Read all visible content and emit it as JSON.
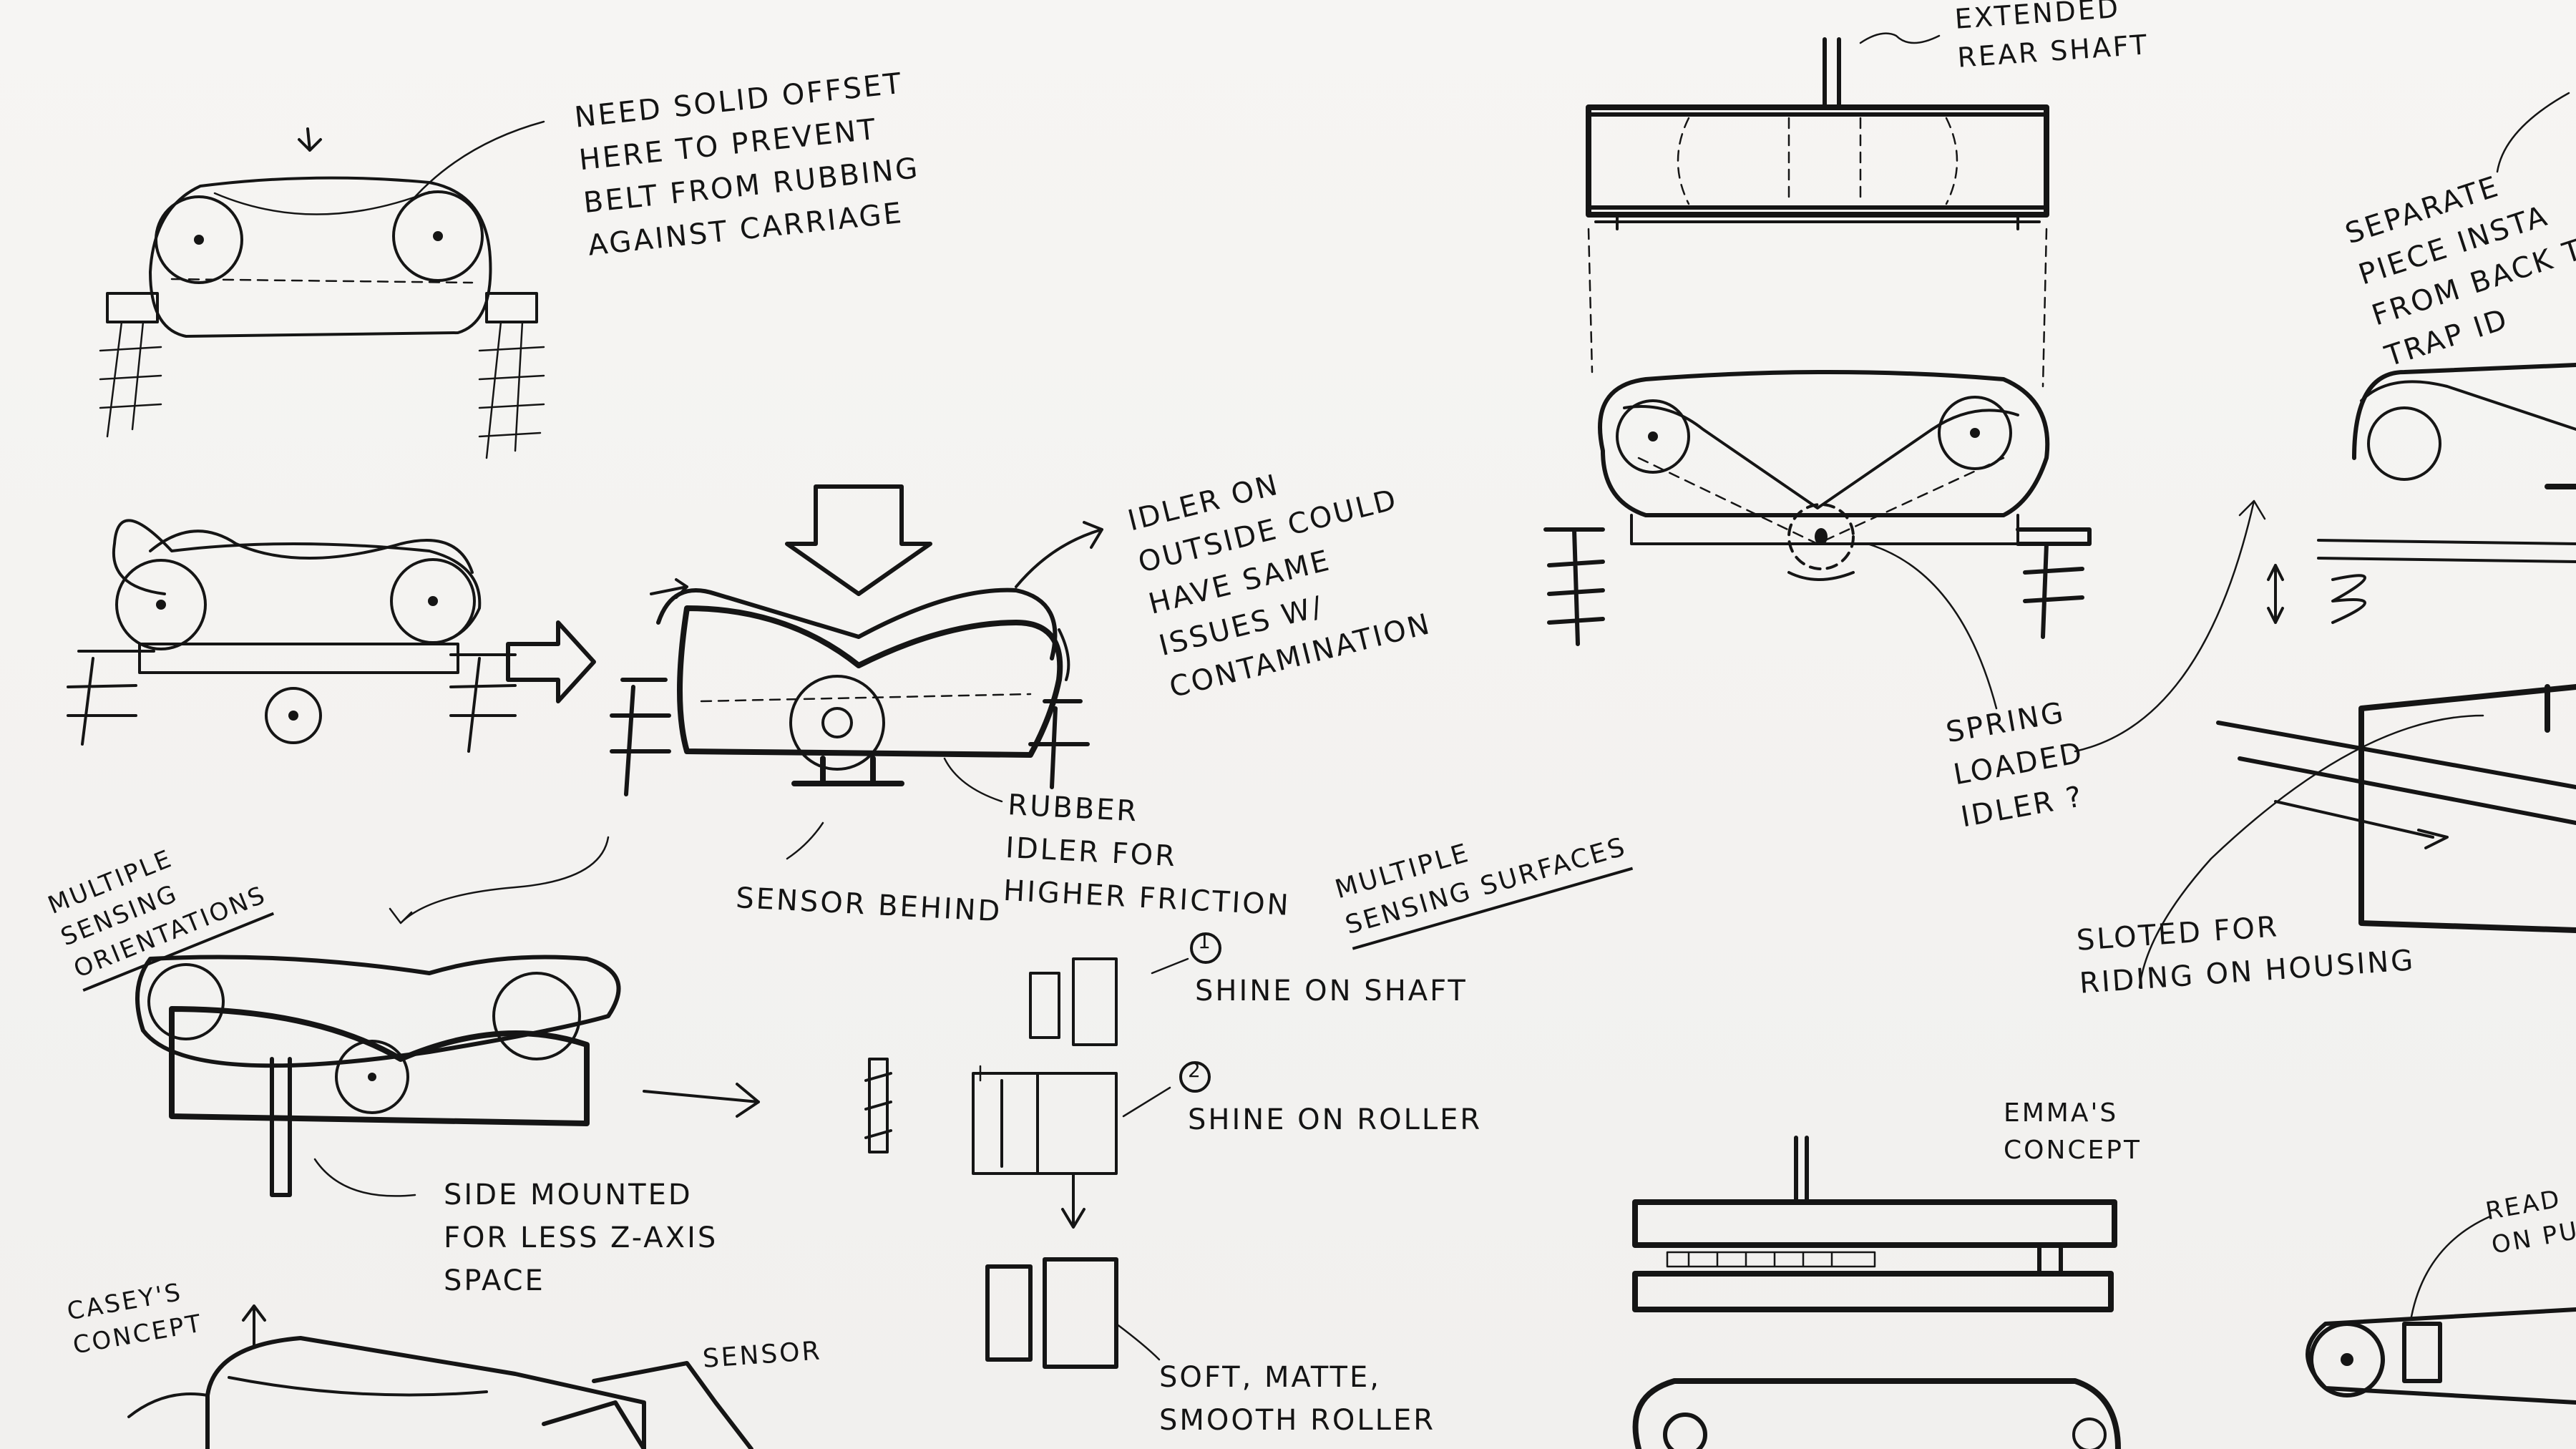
{
  "notes": {
    "offset": [
      "NEED SOLID OFFSET",
      "HERE TO PREVENT",
      "BELT FROM RUBBING",
      "AGAINST CARRIAGE"
    ],
    "idler_outside": [
      "IDLER ON",
      "OUTSIDE COULD",
      "HAVE SAME",
      "ISSUES W/",
      "CONTAMINATION"
    ],
    "sensor_behind": "SENSOR BEHIND",
    "rubber_idler": [
      "RUBBER",
      "IDLER FOR",
      "HIGHER FRICTION"
    ],
    "multiple_orientations": [
      "MULTIPLE",
      "SENSING",
      "ORIENTATIONS"
    ],
    "multiple_surfaces": [
      "MULTIPLE",
      "SENSING SURFACES"
    ],
    "label_1": "1",
    "shine_shaft": "SHINE ON SHAFT",
    "label_2": "2",
    "shine_roller": "SHINE ON ROLLER",
    "side_mounted": [
      "SIDE MOUNTED",
      "FOR LESS Z-AXIS",
      "SPACE"
    ],
    "caseys_concept": [
      "CASEY'S",
      "CONCEPT"
    ],
    "sensor": "SENSOR",
    "soft_roller": [
      "SOFT, MATTE,",
      "SMOOTH ROLLER"
    ],
    "extended_shaft": [
      "EXTENDED",
      "REAR SHAFT"
    ],
    "spring_idler": [
      "SPRING",
      "LOADED",
      "IDLER ?"
    ],
    "slotted": [
      "SLOTED FOR",
      "RIDING ON HOUSING"
    ],
    "emmas_concept": [
      "EMMA'S",
      "CONCEPT"
    ],
    "separate_piece": [
      "SEPARATE",
      "PIECE INSTA",
      "FROM BACK T",
      "TRAP ID"
    ],
    "read_on": [
      "READ",
      "ON PU"
    ]
  }
}
